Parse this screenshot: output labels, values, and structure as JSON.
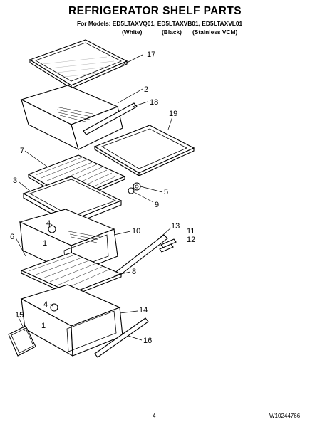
{
  "header": {
    "title": "REFRIGERATOR SHELF PARTS",
    "models": "For Models: ED5LTAXVQ01, ED5LTAXVB01, ED5LTAXVL01",
    "variants": [
      "(White)",
      "(Black)",
      "(Stainless VCM)"
    ]
  },
  "callouts": [
    "17",
    "2",
    "18",
    "19",
    "7",
    "3",
    "5",
    "9",
    "4",
    "1",
    "10",
    "13",
    "11",
    "12",
    "6",
    "8",
    "4",
    "1",
    "14",
    "15",
    "16"
  ],
  "footer": {
    "page_number": "4",
    "doc_number": "W10244766"
  }
}
